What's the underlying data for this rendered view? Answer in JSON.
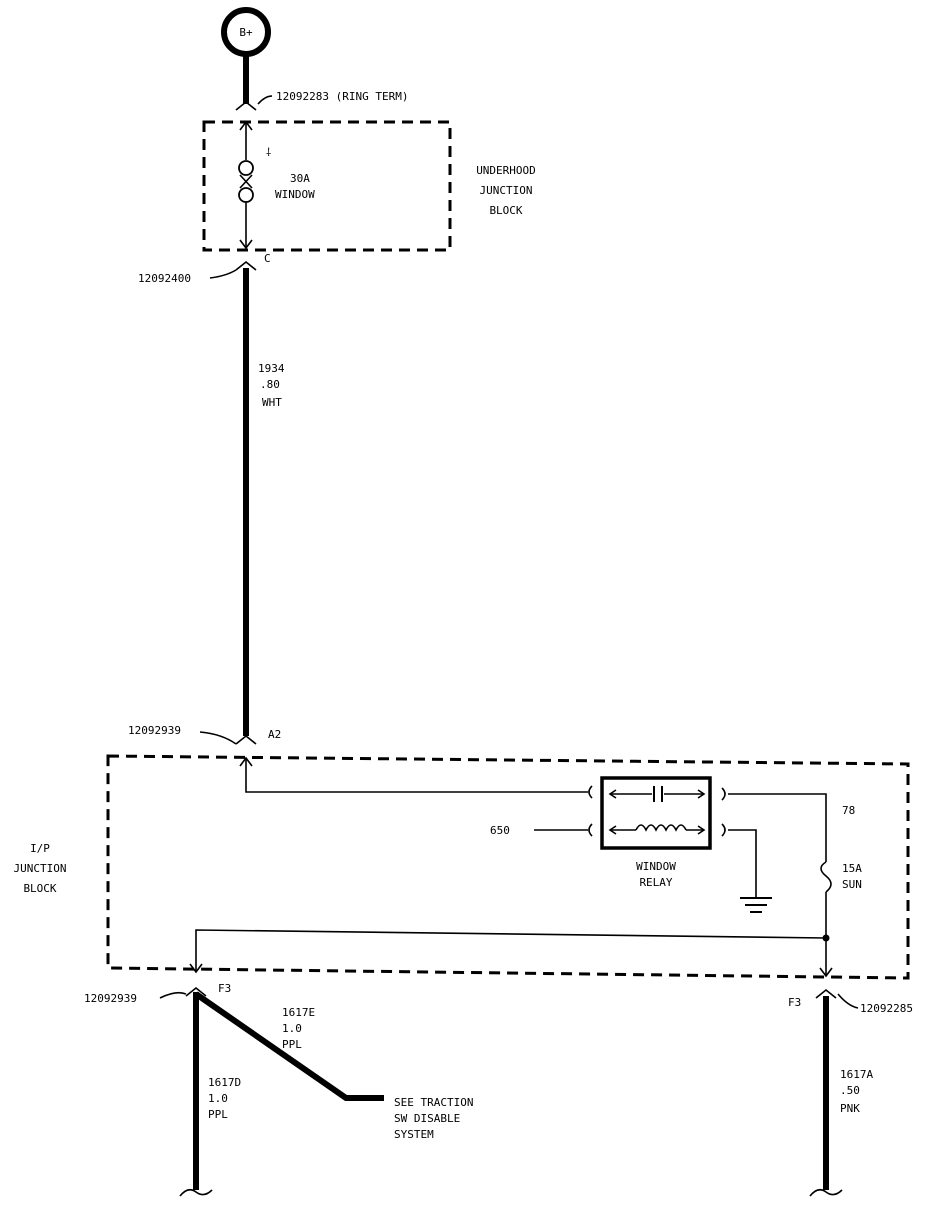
{
  "battery": {
    "label": "B+"
  },
  "underhood": {
    "connector_in": "12092283 (RING TERM)",
    "fuse_rating": "30A",
    "fuse_name": "WINDOW",
    "block_name": [
      "UNDERHOOD",
      "JUNCTION",
      "BLOCK"
    ],
    "pin_out": "C",
    "connector_out": "12092400"
  },
  "wire_main": {
    "circuit": "1934",
    "gauge": ".80",
    "color": "WHT"
  },
  "ip_block": {
    "connector_in": "12092939",
    "pin_in": "A2",
    "block_name": [
      "I/P",
      "JUNCTION",
      "BLOCK"
    ],
    "relay_label": [
      "WINDOW",
      "RELAY"
    ],
    "relay_ctrl_circuit": "650",
    "fuse_circuit": "78",
    "fuse_rating": "15A",
    "fuse_name": "SUN"
  },
  "left_output": {
    "pin": "F3",
    "connector": "12092939",
    "wire_branch": {
      "circuit": "1617E",
      "gauge": "1.0",
      "color": "PPL"
    },
    "branch_ref": [
      "SEE TRACTION",
      "SW DISABLE",
      "SYSTEM"
    ],
    "wire_down": {
      "circuit": "1617D",
      "gauge": "1.0",
      "color": "PPL"
    }
  },
  "right_output": {
    "pin": "F3",
    "connector": "12092285",
    "wire_down": {
      "circuit": "1617A",
      "gauge": ".50",
      "color": "PNK"
    }
  }
}
